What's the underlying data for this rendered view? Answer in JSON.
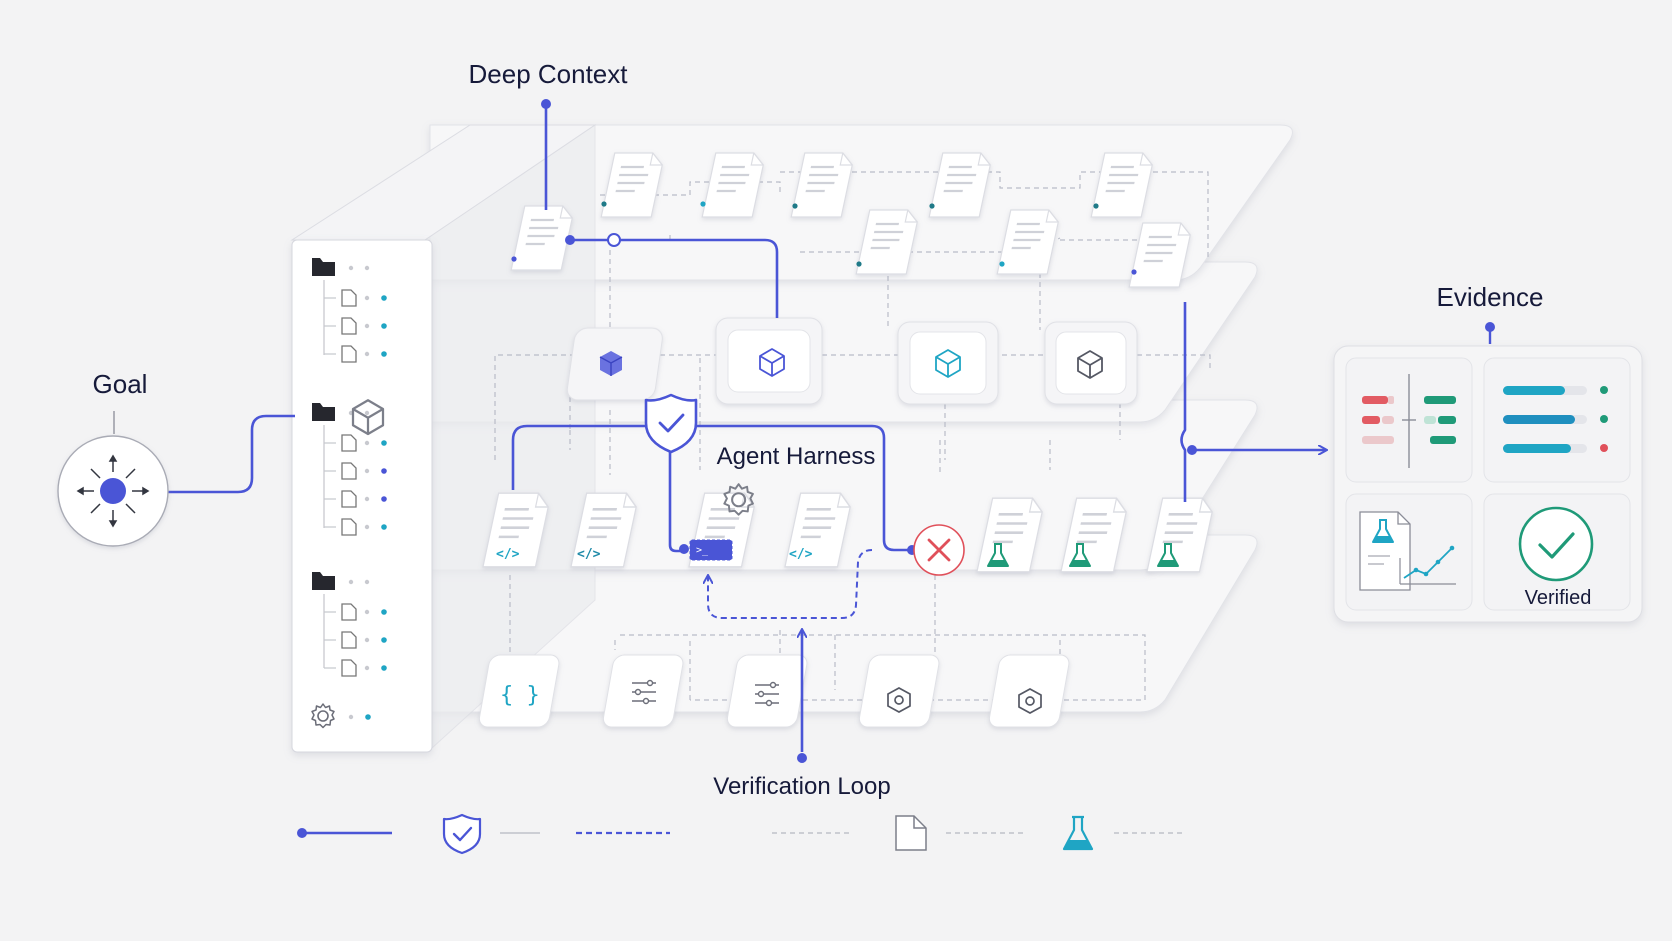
{
  "labels": {
    "deep_context": "Deep Context",
    "goal": "Goal",
    "agent_harness": "Agent Harness",
    "evidence": "Evidence",
    "verification_loop": "Verification Loop",
    "verified": "Verified"
  },
  "colors": {
    "accent": "#4a55d6",
    "teal": "#1fa5c4",
    "green": "#1f9a78",
    "red": "#e0505a",
    "dashed": "#b9bcc8",
    "card": "#ffffff",
    "ink": "#161a3a"
  },
  "legend": [
    {
      "kind": "solid-line",
      "name": "solid-flow-icon"
    },
    {
      "kind": "icon",
      "name": "shield-check-icon"
    },
    {
      "kind": "dashed-line",
      "name": "dashed-loop-icon"
    },
    {
      "kind": "icon",
      "name": "cube-icon"
    },
    {
      "kind": "icon",
      "name": "document-icon"
    },
    {
      "kind": "icon",
      "name": "flask-icon"
    },
    {
      "kind": "icon",
      "name": "gear-icon"
    }
  ]
}
